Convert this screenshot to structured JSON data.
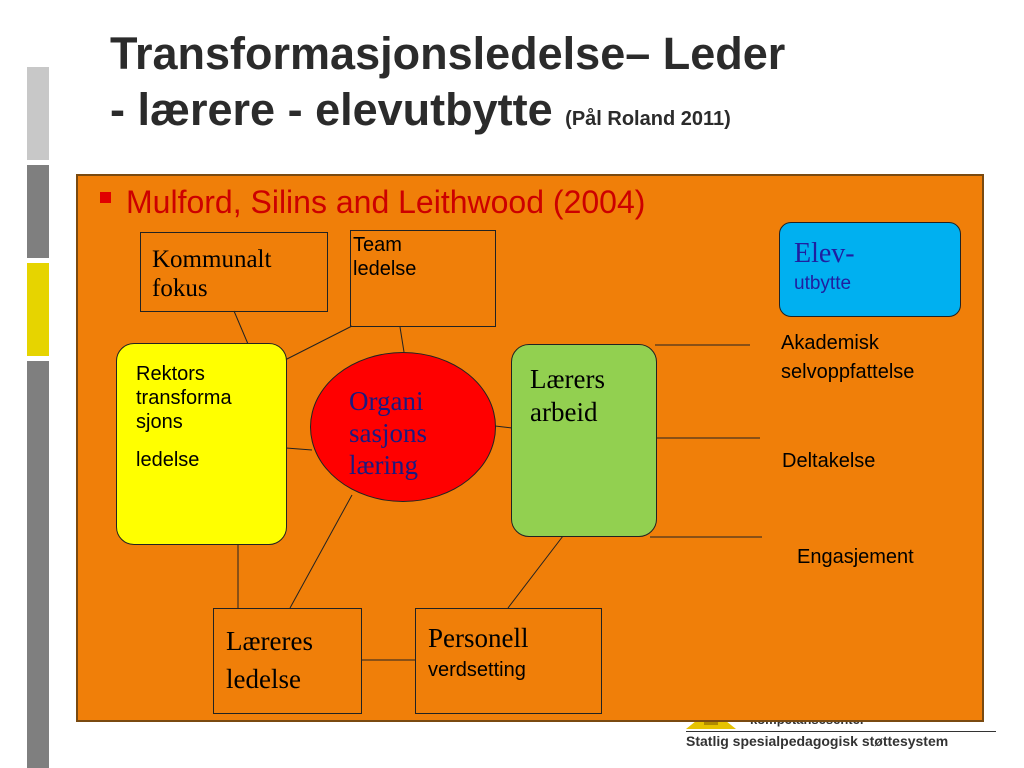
{
  "title": {
    "main_line1": "Transformasjonsledelse– Leder",
    "main_line2": "- lærere  - elevutbytte",
    "citation": "(Pål Roland 2011)"
  },
  "bullet": "Mulford, Silins and Leithwood (2004)",
  "nodes": {
    "kommunalt": [
      "Kommunalt",
      "fokus"
    ],
    "team": [
      "Team",
      "ledelse"
    ],
    "elev_a": "Elev-",
    "elev_b": "utbytte",
    "rektors": [
      "Rektors",
      "transforma",
      "sjons"
    ],
    "rektors_last": "ledelse",
    "organisasjon": [
      "Organi",
      "sasjons",
      "læring"
    ],
    "laerers": [
      "Lærers",
      "arbeid"
    ],
    "laereres": [
      "Læreres",
      "ledelse"
    ],
    "personell_a": "Personell",
    "personell_b": "verdsetting"
  },
  "outcomes": {
    "akademisk": [
      "Akademisk",
      "selvoppfattelse"
    ],
    "deltakelse": "Deltakelse",
    "engasjement": "Engasjement"
  },
  "footer": {
    "org": "Statlig spesialpedagogisk støttesystem",
    "partial": "kompetansesenter"
  },
  "colors": {
    "panel": "#f07f09",
    "rektors_fill": "#ffff00",
    "organisasjon_fill": "#ff0000",
    "laerers_fill": "#92d050",
    "elev_fill": "#00b0f0",
    "bullet_text": "#cc0000",
    "sidebar_grey_light": "#c8c8c8",
    "sidebar_grey": "#7f7f7f",
    "sidebar_yellow": "#e6d400"
  }
}
